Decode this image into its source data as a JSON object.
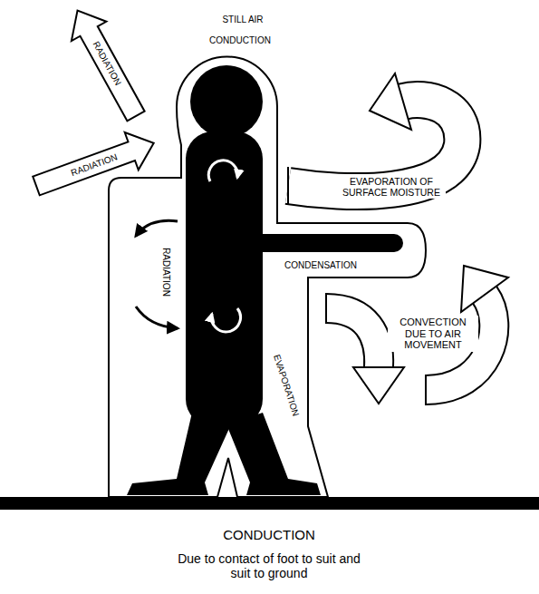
{
  "diagram": {
    "labels": [
      "RADIATION",
      "STILL AIR",
      "RADIATION",
      "CONDUCTION",
      "EVAPORATION OF SURFACE MOISTURE",
      "CONDENSATION",
      "RADIATION",
      "CONVECTION DUE TO AIR MOVEMENT",
      "EVAPORATION",
      "CONDUCTION",
      "Due to contact of foot to suit and suit to ground"
    ]
  }
}
